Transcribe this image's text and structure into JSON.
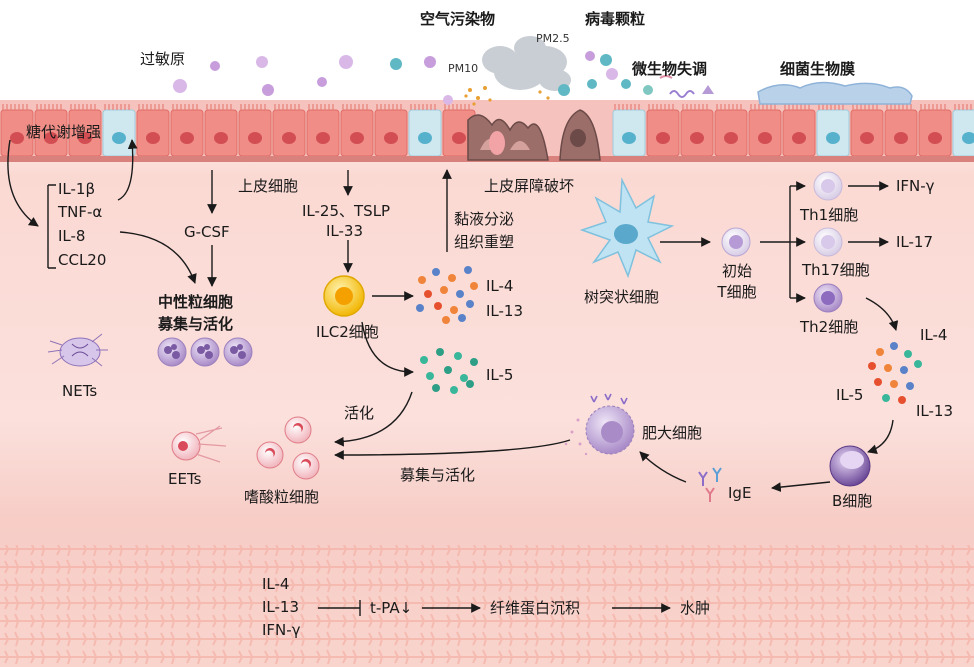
{
  "top_labels": {
    "allergen": "过敏原",
    "air_pollutants": "空气污染物",
    "pm25": "PM2.5",
    "pm10": "PM10",
    "virus_particles": "病毒颗粒",
    "microbial_dysbiosis": "微生物失调",
    "bacterial_biofilm": "细菌生物膜"
  },
  "left": {
    "glycolysis": "糖代谢增强",
    "cytokines": [
      "IL-1β",
      "TNF-α",
      "IL-8",
      "CCL20"
    ],
    "gcsf": "G-CSF",
    "neutrophil_title": "中性粒细胞",
    "neutrophil_sub": "募集与活化",
    "nets": "NETs",
    "eets": "EETs",
    "eosinophil": "嗜酸粒细胞",
    "activation": "活化",
    "recruit_activate": "募集与活化"
  },
  "center": {
    "epithelial_cell": "上皮细胞",
    "il25_tslp": "IL-25、TSLP",
    "il33": "IL-33",
    "ilc2": "ILC2细胞",
    "il4": "IL-4",
    "il13": "IL-13",
    "il5": "IL-5",
    "barrier_damage": "上皮屏障破坏",
    "mucus_secretion": "黏液分泌",
    "tissue_remodeling": "组织重塑"
  },
  "right": {
    "dendritic_cell": "树突状细胞",
    "naive_line1": "初始",
    "naive_line2": "T细胞",
    "th1": "Th1细胞",
    "ifn_g": "IFN-γ",
    "th17": "Th17细胞",
    "il17": "IL-17",
    "th2": "Th2细胞",
    "il4": "IL-4",
    "il5": "IL-5",
    "il13": "IL-13",
    "b_cell": "B细胞",
    "ige": "IgE",
    "mast_cell": "肥大细胞"
  },
  "bottom": {
    "cytokines": [
      "IL-4",
      "IL-13",
      "IFN-γ"
    ],
    "tpa": "t-PA↓",
    "fibrin": "纤维蛋白沉积",
    "edema": "水肿"
  }
}
